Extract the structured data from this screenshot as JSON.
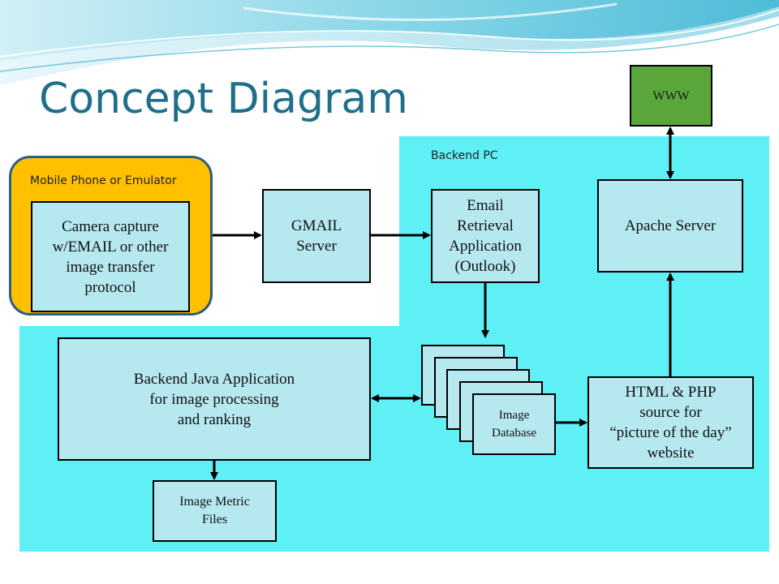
{
  "title": "Concept Diagram",
  "regions": {
    "mobile": "Mobile Phone or Emulator",
    "backend": "Backend PC"
  },
  "nodes": {
    "camera": "Camera capture\nw/EMAIL or other\nimage transfer\nprotocol",
    "gmail": "GMAIL\nServer",
    "email_app": "Email\nRetrieval\nApplication\n(Outlook)",
    "apache": "Apache Server",
    "www": "WWW",
    "java_app": "Backend Java Application\nfor image processing\nand ranking",
    "image_db": "Image\nDatabase",
    "html_php": "HTML & PHP\nsource for\n“picture of the day”\nwebsite",
    "metric_files": "Image Metric\nFiles"
  },
  "colors": {
    "backend_area": "#5ef0f5",
    "mobile_area": "#ffc000",
    "mobile_border": "#2a5f7f",
    "node_fill": "#b6e8f0",
    "www_fill": "#5aa63a",
    "title": "#1f6f8b"
  }
}
